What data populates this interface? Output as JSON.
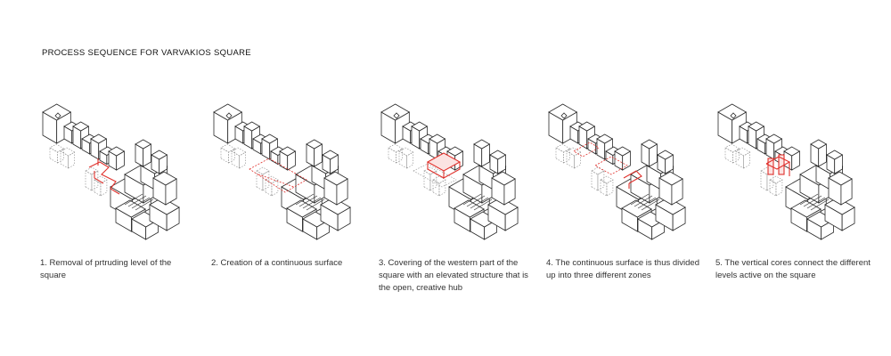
{
  "title": "PROCESS SEQUENCE FOR VARVAKIOS SQUARE",
  "colors": {
    "accent": "#e0312c",
    "line": "#2a2a2a"
  },
  "steps": [
    {
      "caption": "1. Removal of prtruding level of the square",
      "highlight": "removal"
    },
    {
      "caption": "2. Creation of a continuous surface",
      "highlight": "surface"
    },
    {
      "caption": "3. Covering of the western part of the square with an elevated structure that is the open, creative hub",
      "highlight": "cover"
    },
    {
      "caption": "4. The continuous surface is thus divided up into three different zones",
      "highlight": "zones"
    },
    {
      "caption": "5. The vertical cores connect the different levels active on the square",
      "highlight": "cores"
    }
  ]
}
